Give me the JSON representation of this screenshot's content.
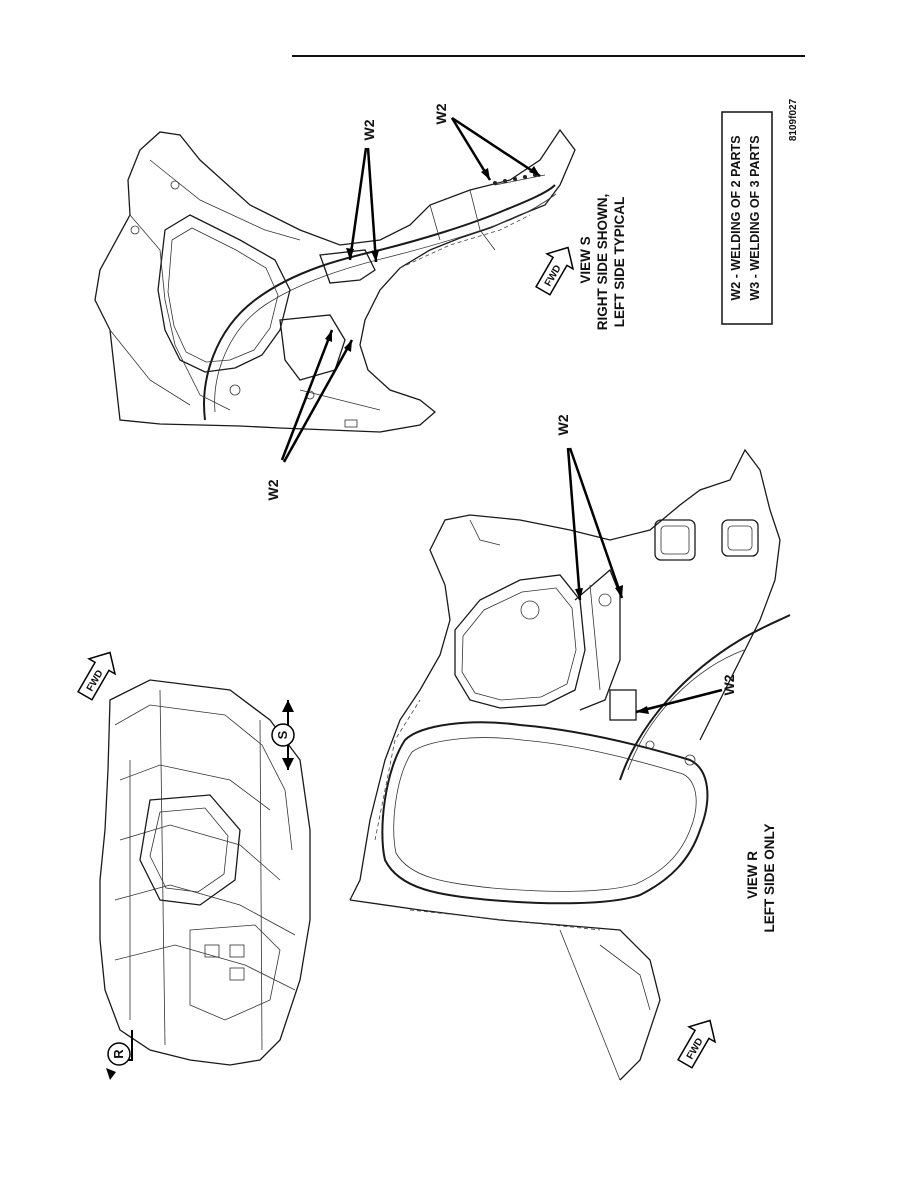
{
  "figure_id": "8109f027",
  "labels": {
    "w2": "W2",
    "fwd": "FWD",
    "view_r_marker": "R",
    "view_s_marker": "S"
  },
  "view_s": {
    "title": "VIEW S",
    "line1": "RIGHT SIDE SHOWN,",
    "line2": "LEFT SIDE TYPICAL"
  },
  "view_r": {
    "title": "VIEW R",
    "line1": "LEFT SIDE ONLY"
  },
  "legend": {
    "w2": "W2 - WELDING OF 2 PARTS",
    "w3": "W3 - WELDING OF 3 PARTS"
  }
}
